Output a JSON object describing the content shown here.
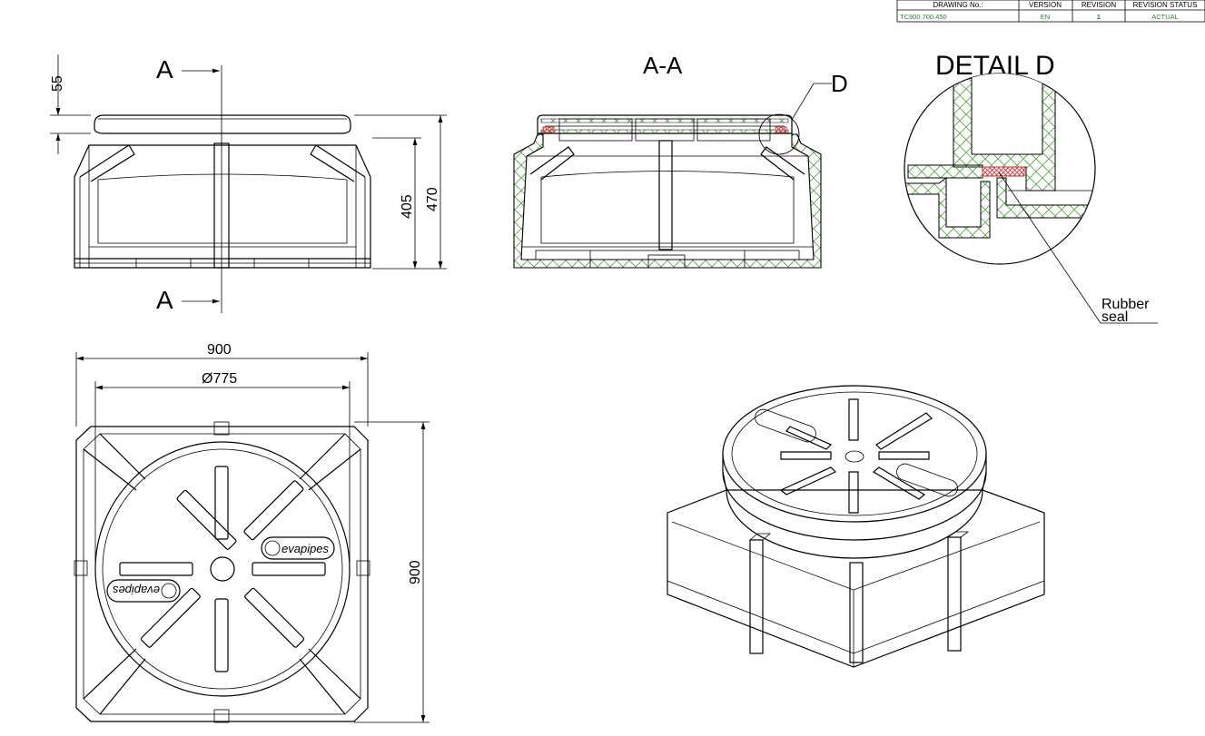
{
  "title_block": {
    "headers": [
      "DRAWING No.:",
      "VERSION",
      "REVISION",
      "REVISION STATUS"
    ],
    "drawing_no": "TC900.700.450",
    "version": "EN",
    "revision": "1",
    "revision_status": "ACTUAL"
  },
  "front_view": {
    "section_mark": "A",
    "dims": {
      "lid_height": "55",
      "body_height": "405",
      "total_height": "470"
    }
  },
  "section_view": {
    "title": "A-A",
    "detail_callout": "D"
  },
  "detail_view": {
    "title": "DETAIL D",
    "seal_label_line1": "Rubber",
    "seal_label_line2": "seal"
  },
  "top_view": {
    "dims": {
      "width": "900",
      "lid_diameter": "Ø775",
      "depth": "900"
    },
    "logo_text": "evapipes"
  },
  "colors": {
    "line": "#000000",
    "hatch": "#5aa84a",
    "seal": "#d32f2f",
    "title_value": "#2e7d32"
  }
}
